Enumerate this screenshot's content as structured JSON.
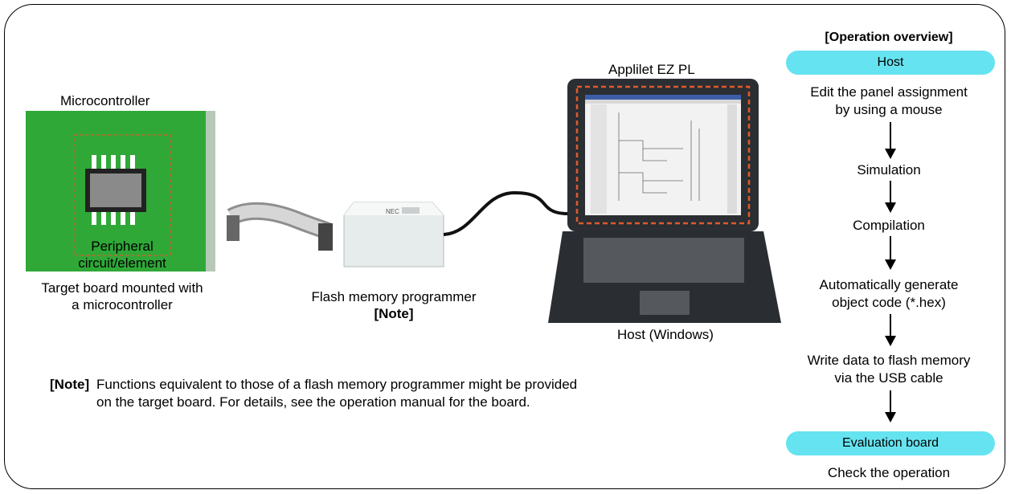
{
  "labels": {
    "microcontroller": "Microcontroller",
    "peripheral_line1": "Peripheral",
    "peripheral_line2": "circuit/element",
    "target_line1": "Target board mounted with",
    "target_line2": "a microcontroller",
    "programmer_line1": "Flash memory programmer",
    "programmer_note": "[Note]",
    "applilet": "Applilet EZ PL",
    "host": "Host (Windows)",
    "programmer_logo": "NEC"
  },
  "note": {
    "tag": "[Note]",
    "line1": "Functions equivalent to those of a flash memory programmer might be provided",
    "line2": "on the target board.  For details, see the operation manual for the board."
  },
  "overview": {
    "title": "[Operation overview]",
    "host_pill": "Host",
    "step1_line1": "Edit the panel assignment",
    "step1_line2": "by using a mouse",
    "step2": "Simulation",
    "step3": "Compilation",
    "step4_line1": "Automatically generate",
    "step4_line2": "object code (*.hex)",
    "step5_line1": "Write data to flash memory",
    "step5_line2": "via the USB cable",
    "board_pill": "Evaluation board",
    "final": "Check the operation"
  },
  "colors": {
    "board_green": "#2fa838",
    "pill_cyan": "#66e3f0",
    "dashed_red": "#e05a2a"
  }
}
